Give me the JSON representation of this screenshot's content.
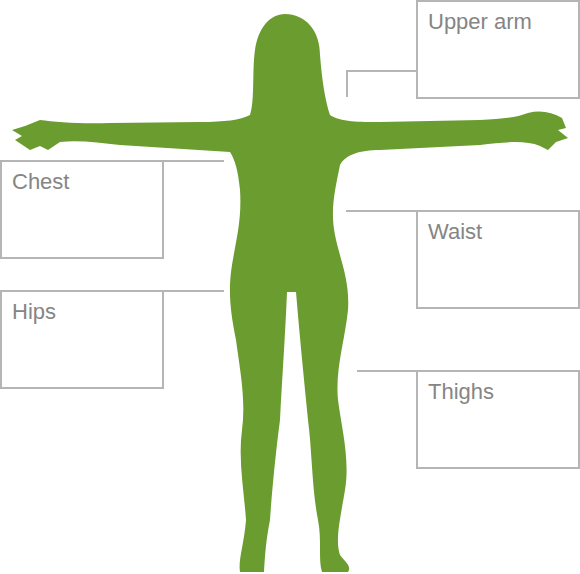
{
  "diagram": {
    "nodes": [
      {
        "text": [
          "Upper arm"
        ]
      },
      {
        "text": [
          "Chest"
        ]
      },
      {
        "text": [
          "Waist"
        ]
      },
      {
        "text": [
          "Hips"
        ]
      },
      {
        "text": [
          "Thighs"
        ]
      }
    ]
  }
}
